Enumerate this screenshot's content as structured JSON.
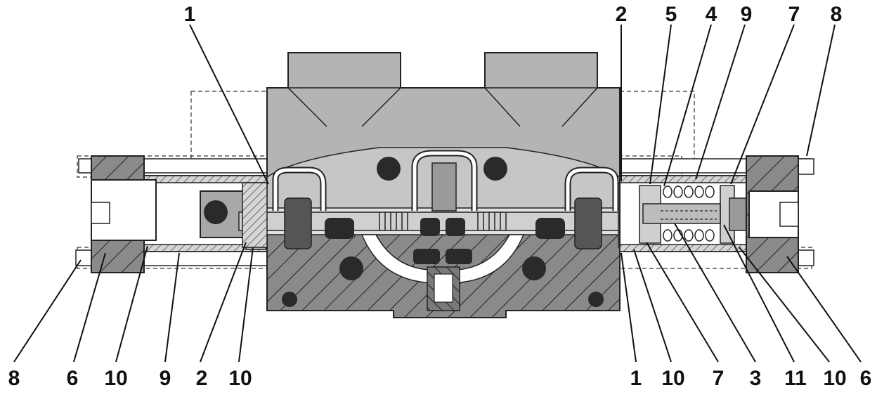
{
  "top_callouts": [
    "1",
    "2",
    "5",
    "4",
    "9",
    "7",
    "8"
  ],
  "bottom_callouts": [
    "8",
    "6",
    "10",
    "9",
    "2",
    "10",
    "1",
    "10",
    "7",
    "3",
    "11",
    "10",
    "6"
  ]
}
